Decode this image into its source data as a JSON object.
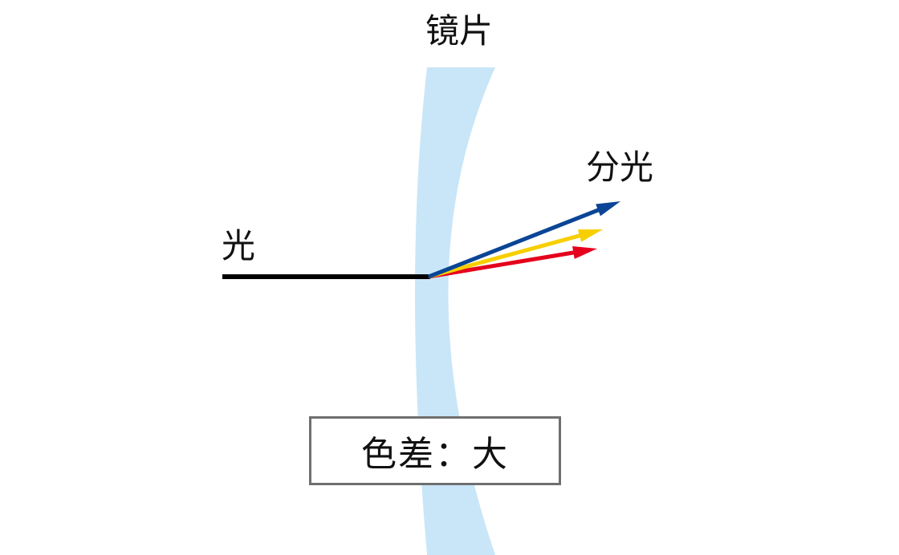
{
  "labels": {
    "lens": "镜片",
    "dispersed_light": "分光",
    "light": "光"
  },
  "result": {
    "text": "色差：大"
  },
  "colors": {
    "lens": "#c9e6f8",
    "incident_ray": "#000000",
    "ray_blue": "#0a4596",
    "ray_yellow": "#f7cf00",
    "ray_red": "#e5001c",
    "box_border": "#6f6f6f"
  },
  "rays": [
    {
      "name": "blue",
      "color": "#0a4596"
    },
    {
      "name": "yellow",
      "color": "#f7cf00"
    },
    {
      "name": "red",
      "color": "#e5001c"
    }
  ]
}
